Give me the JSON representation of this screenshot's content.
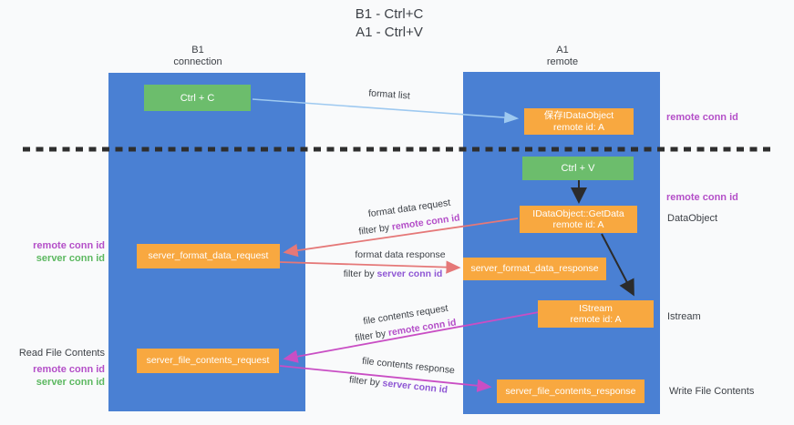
{
  "title": {
    "line1": "B1 - Ctrl+C",
    "line2": "A1 - Ctrl+V"
  },
  "columns": {
    "b1": {
      "name": "B1",
      "role": "connection"
    },
    "a1": {
      "name": "A1",
      "role": "remote"
    }
  },
  "nodes": {
    "ctrl_c": {
      "label": "Ctrl + C"
    },
    "save_dataobject": {
      "line1": "保存IDataObject",
      "line2": "remote id: A"
    },
    "ctrl_v": {
      "label": "Ctrl + V"
    },
    "getdata": {
      "line1": "IDataObject::GetData",
      "line2": "remote id: A"
    },
    "server_format_data_request": {
      "label": "server_format_data_request"
    },
    "server_format_data_response": {
      "label": "server_format_data_response"
    },
    "istream": {
      "line1": "IStream",
      "line2": "remote id: A"
    },
    "server_file_contents_request": {
      "label": "server_file_contents_request"
    },
    "server_file_contents_response": {
      "label": "server_file_contents_response"
    }
  },
  "edge_labels": {
    "format_list": "format list",
    "format_data_request": {
      "title": "format data request",
      "filter_prefix": "filter by ",
      "filter_key": "remote conn id"
    },
    "format_data_response": {
      "title": "format data response",
      "filter_prefix": "filter by ",
      "filter_key": "server conn id"
    },
    "file_contents_request": {
      "title": "file contents request",
      "filter_prefix": "filter by ",
      "filter_key": "remote conn id"
    },
    "file_contents_response": {
      "title": "file contents response",
      "filter_prefix": "filter by ",
      "filter_key": "server conn id"
    }
  },
  "right_labels": {
    "remote_conn_id_top": "remote conn id",
    "remote_conn_id_mid": "remote conn id",
    "dataobject": "DataObject",
    "istream": "Istream",
    "write_file_contents": "Write File Contents"
  },
  "left_labels": {
    "remote_conn_id": "remote conn id",
    "server_conn_id": "server conn id",
    "read_file_contents": "Read File Contents",
    "read_remote_conn_id": "remote conn id",
    "read_server_conn_id": "server conn id"
  },
  "colors": {
    "lifeline_blue": "#4a80d3",
    "node_green": "#6cbd6c",
    "node_orange": "#f8a840",
    "remote_conn_purple": "#b44fc8",
    "server_conn_green": "#5cb860",
    "filter_server_violet": "#8f57d4",
    "arrow_red": "#e57878",
    "arrow_magenta": "#c94ec4",
    "arrow_light_blue": "#9ec9f0",
    "arrow_black": "#2b2b2b"
  }
}
